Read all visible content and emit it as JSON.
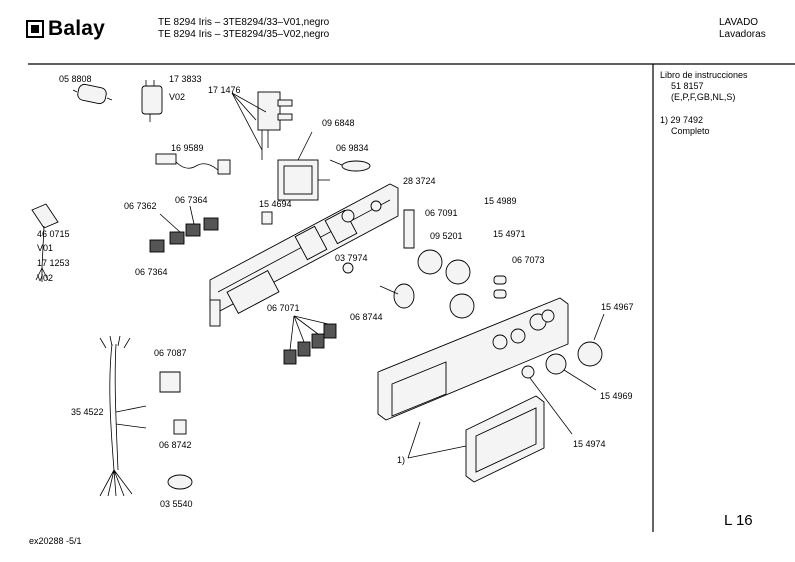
{
  "header": {
    "brand": "Balay",
    "model_line_1": "TE 8294 Iris – 3TE8294/33–V01,negro",
    "model_line_2": "TE 8294 Iris – 3TE8294/35–V02,negro",
    "category": "LAVADO",
    "subcategory": "Lavadoras"
  },
  "sidebar": {
    "manual_title": "Libro de instrucciones",
    "manual_number": "51 8157",
    "manual_languages": "(E,P,F,GB,NL,S)",
    "note_1_number": "1)  29 7492",
    "note_1_text": "Completo"
  },
  "page_label": "L 16",
  "footer": "ex20288  -5/1",
  "parts": {
    "p1": "05 8808",
    "p2": "17 3833",
    "p2b": "V02",
    "p3": "17 1476",
    "p4": "16 9589",
    "p5": "09 6848",
    "p6": "06 9834",
    "p7": "06 7362",
    "p8": "06 7364",
    "p9": "15 4694",
    "p10": "28 3724",
    "p11": "46 0715",
    "p11b": "V01",
    "p12": "17 1253",
    "p12b": "V02",
    "p13": "06 7091",
    "p14": "15 4989",
    "p15": "06 7364",
    "p16": "09 5201",
    "p17": "15 4971",
    "p18": "03 7974",
    "p19": "06 7073",
    "p20": "06 7071",
    "p21": "06 8744",
    "p22": "15 4967",
    "p23": "06 7087",
    "p24": "35 4522",
    "p25": "15 4969",
    "p26": "06 8742",
    "p27": "15 4974",
    "p28": "1)",
    "p29": "03 5540"
  }
}
